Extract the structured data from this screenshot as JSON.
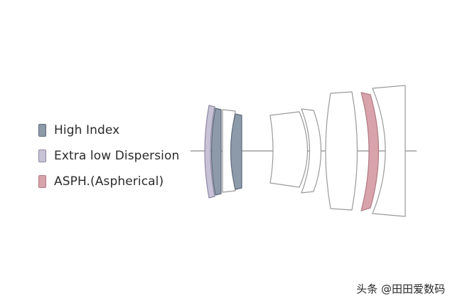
{
  "legend": {
    "items": [
      {
        "label": "High Index",
        "color": "#8d9aaa",
        "stroke": "#5e6a79"
      },
      {
        "label": "Extra low Dispersion",
        "color": "#c8c2d6",
        "stroke": "#8e86a2"
      },
      {
        "label": "ASPH.(Aspherical)",
        "color": "#d9a3ab",
        "stroke": "#b07a83"
      }
    ]
  },
  "colors": {
    "element_stroke": "#9a9a9a",
    "axis": "#8c8c8c",
    "clear_fill": "#ffffff"
  },
  "watermark": {
    "text": "头条 @田田爱数码"
  }
}
